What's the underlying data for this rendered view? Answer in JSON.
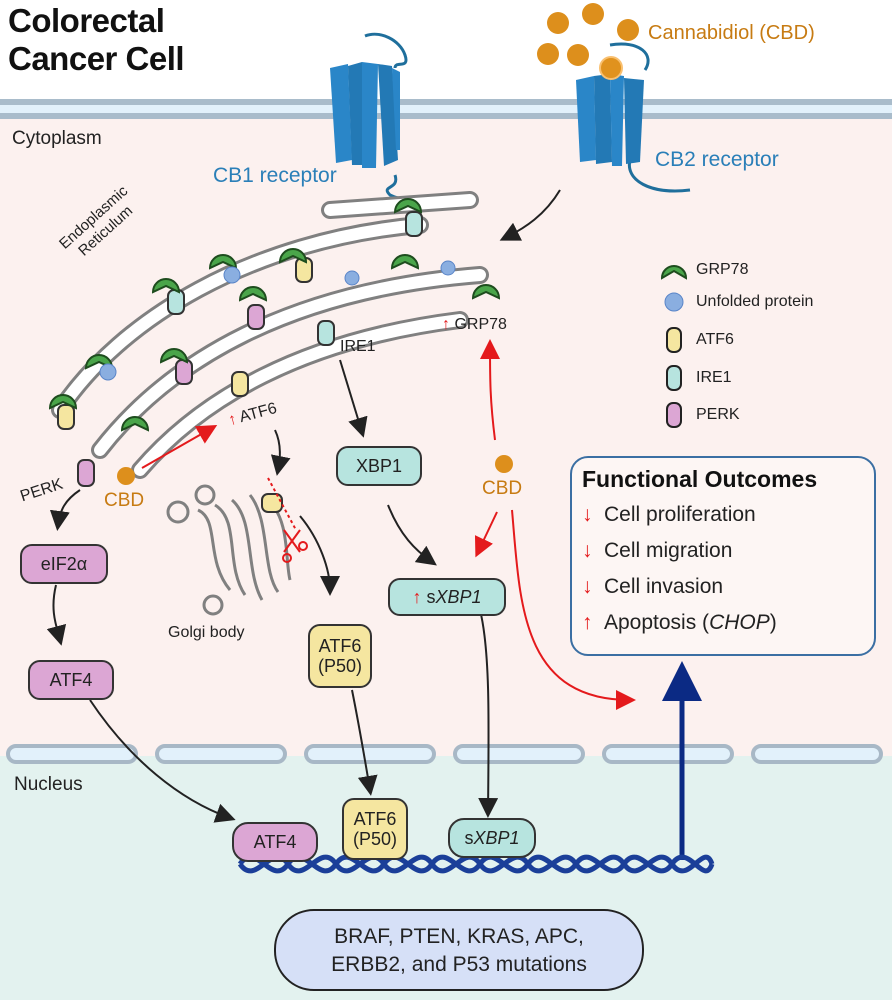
{
  "title": {
    "line1": "Colorectal",
    "line2": "Cancer Cell"
  },
  "regions": {
    "cytoplasm": "Cytoplasm",
    "nucleus": "Nucleus"
  },
  "receptors": {
    "cb1": "CB1 receptor",
    "cb2": "CB2 receptor"
  },
  "ligand": {
    "label": "Cannabidiol (CBD)",
    "short": "CBD"
  },
  "organelles": {
    "er_line1": "Endoplasmic",
    "er_line2": "Reticulum",
    "golgi": "Golgi body"
  },
  "er_labels": {
    "perk": "PERK",
    "ire1": "IRE1",
    "atf6": "ATF6",
    "grp78": "GRP78",
    "up_arrow": "↑"
  },
  "legend": [
    {
      "icon": "grp78-icon",
      "label": "GRP78"
    },
    {
      "icon": "unfolded-protein-icon",
      "label": "Unfolded protein"
    },
    {
      "icon": "atf6-icon",
      "label": "ATF6"
    },
    {
      "icon": "ire1-icon",
      "label": "IRE1"
    },
    {
      "icon": "perk-icon",
      "label": "PERK"
    }
  ],
  "pathway": {
    "eif2a": "eIF2α",
    "atf4": "ATF4",
    "xbp1": "XBP1",
    "sxbp1_prefix": "s",
    "sxbp1_gene": "XBP1",
    "atf6_p50_line1": "ATF6",
    "atf6_p50_line2": "(P50)"
  },
  "nucleus_factors": {
    "atf4": "ATF4",
    "atf6_line1": "ATF6",
    "atf6_line2": "(P50)",
    "sxbp1_prefix": "s",
    "sxbp1_gene": "XBP1"
  },
  "outcomes": {
    "heading": "Functional Outcomes",
    "items": [
      {
        "direction": "↓",
        "label": "Cell proliferation"
      },
      {
        "direction": "↓",
        "label": "Cell migration"
      },
      {
        "direction": "↓",
        "label": "Cell invasion"
      },
      {
        "direction": "↑",
        "label": "Apoptosis (",
        "italic": "CHOP",
        "suffix": ")"
      }
    ]
  },
  "mutations": {
    "line1": "BRAF, PTEN, KRAS, APC,",
    "line2": "ERBB2, and P53 mutations"
  },
  "colors": {
    "receptor": "#2a86c8",
    "cbd": "#d98c1a",
    "grp78": "#4aa54a",
    "atf6": "#f5e6a0",
    "ire1": "#b7e4df",
    "perk": "#dca6d4",
    "activation_arrow": "#e41a1c",
    "dna": "#1b3f99",
    "cytoplasm_bg": "#fcf1ef",
    "nucleus_bg": "#e3f2ef"
  }
}
